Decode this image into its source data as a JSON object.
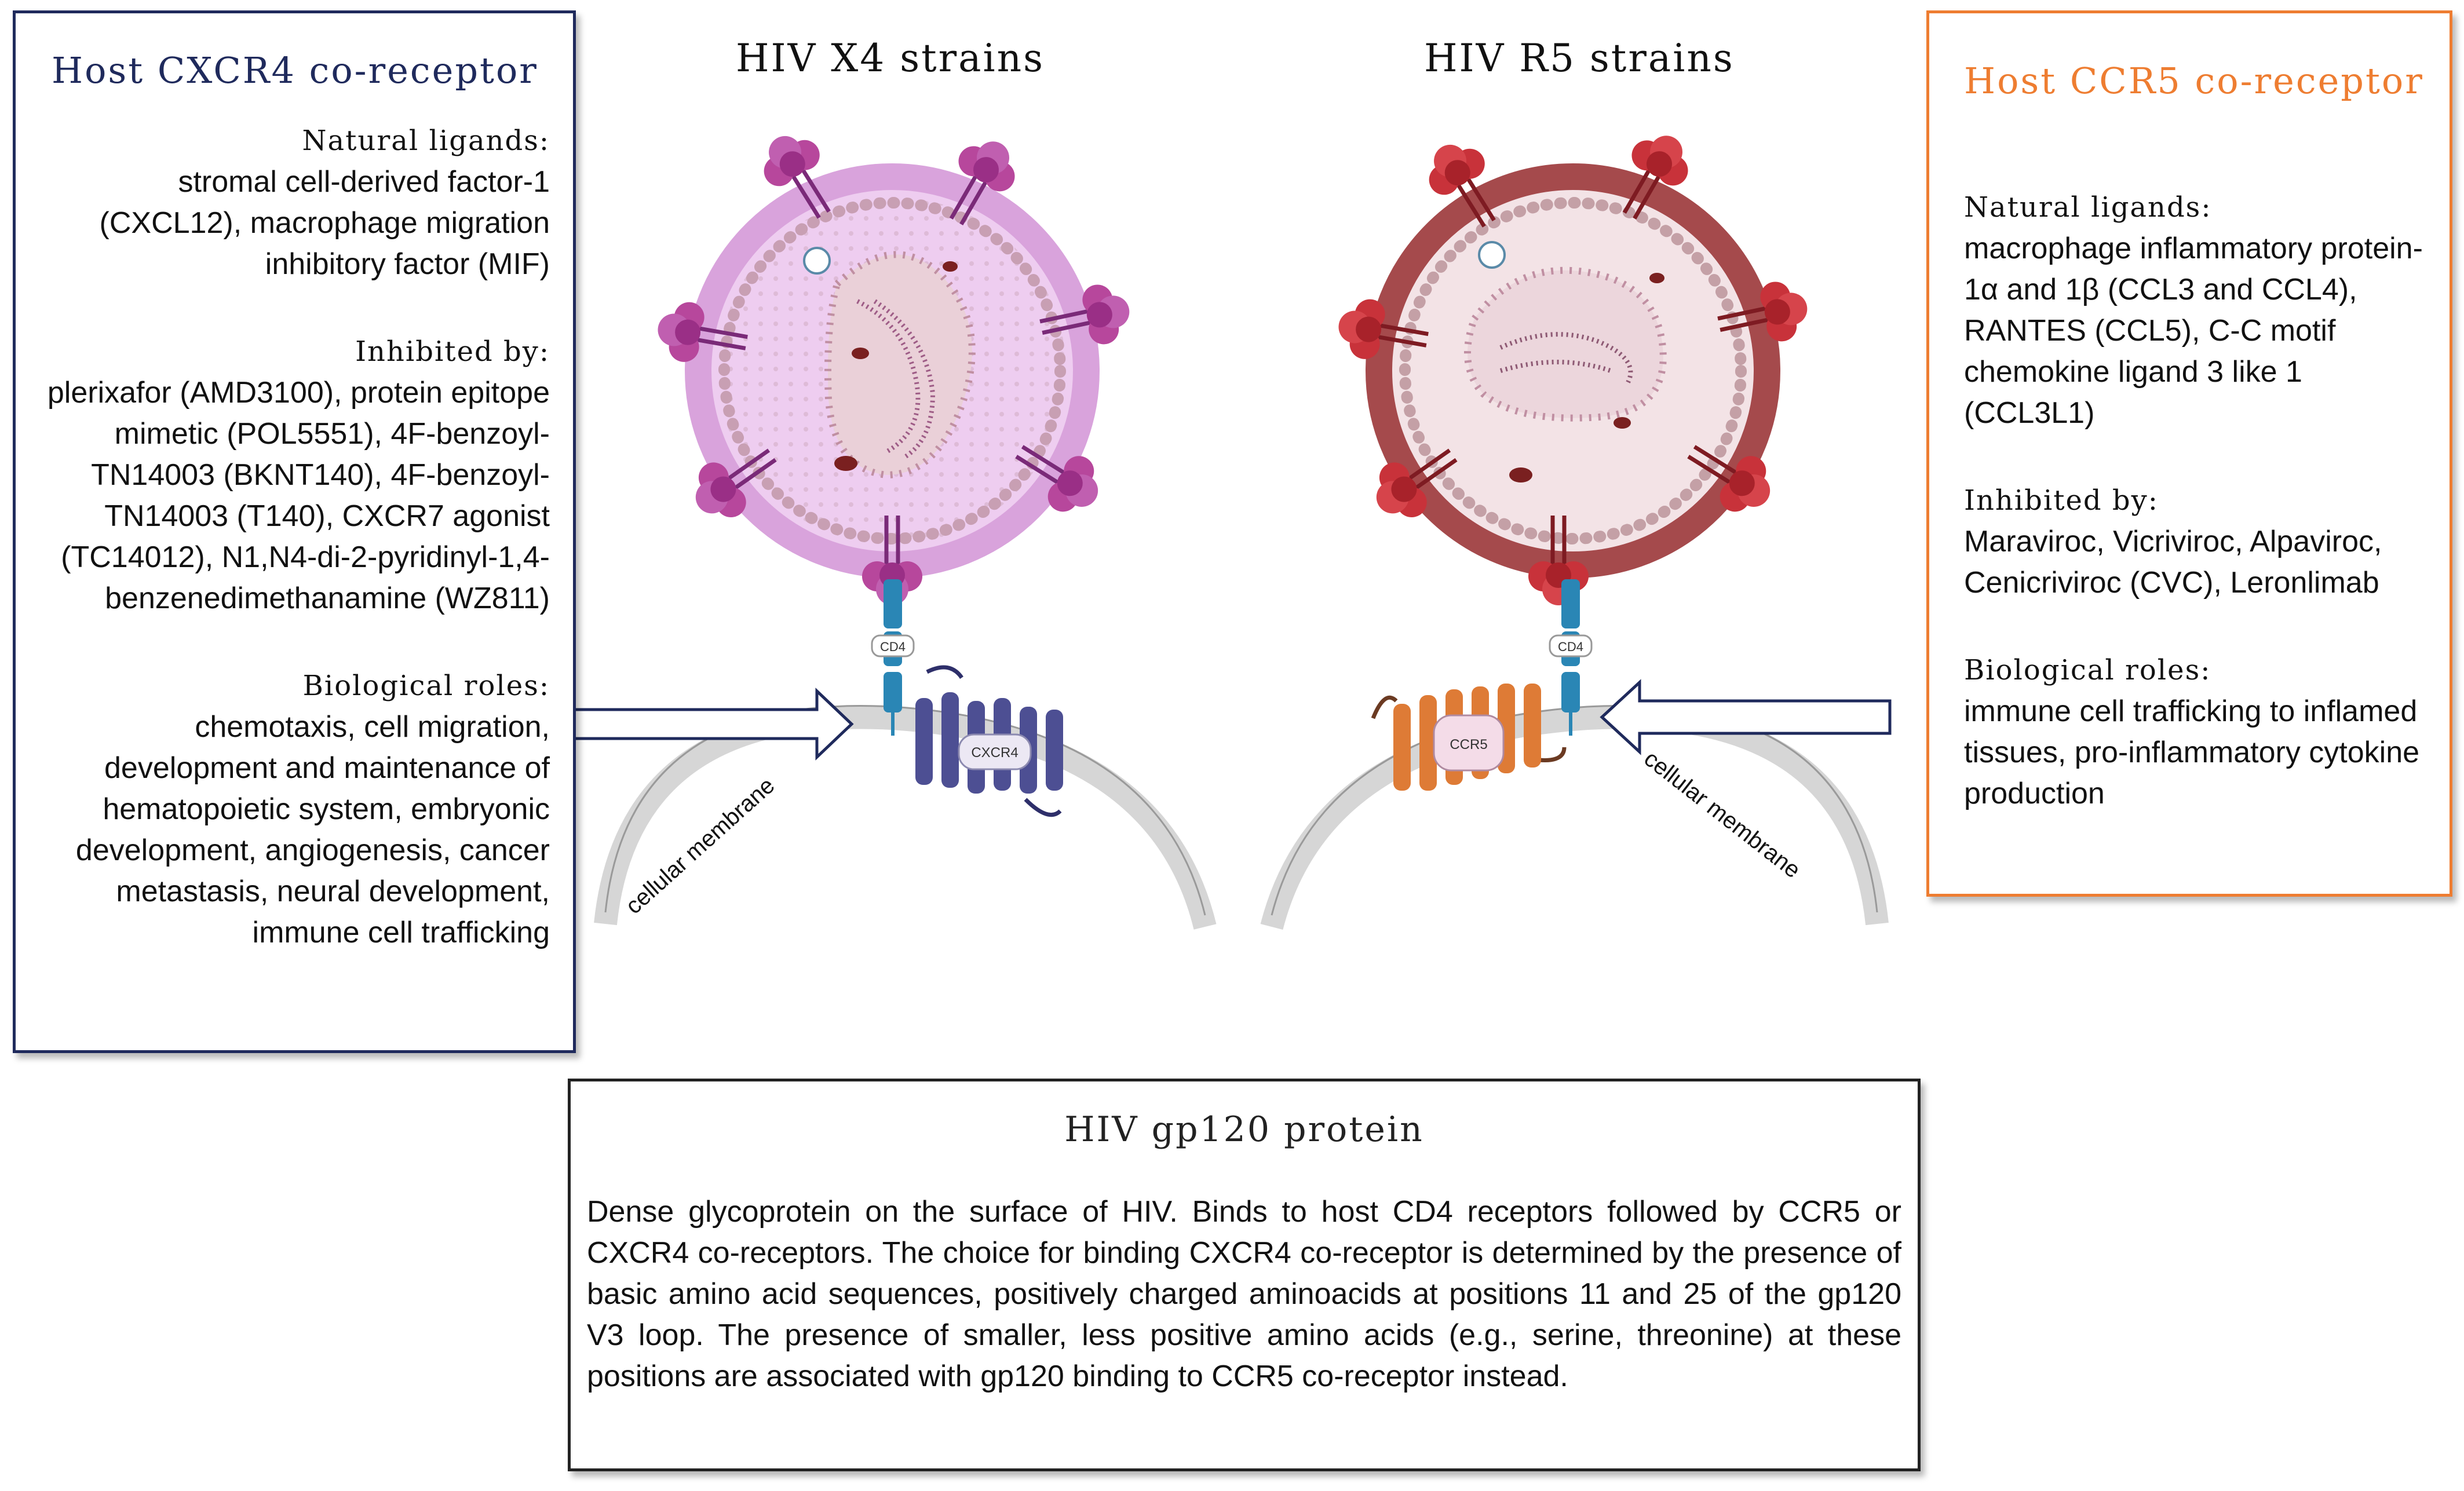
{
  "cxcr4_box": {
    "title": "Host CXCR4 co-receptor",
    "ligands_heading": "Natural ligands:",
    "ligands_text": "stromal cell-derived factor-1 (CXCL12), macrophage migration inhibitory factor (MIF)",
    "inhibited_heading": "Inhibited by:",
    "inhibited_text": "plerixafor (AMD3100), protein epitope mimetic (POL5551), 4F-benzoyl-TN14003 (BKNT140), 4F-benzoyl-TN14003 (T140), CXCR7 agonist (TC14012), N1,N4-di-2-pyridinyl-1,4-benzenedimethanamine (WZ811)",
    "roles_heading": "Biological roles:",
    "roles_text": "chemotaxis, cell migration, development and maintenance of hematopoietic system, embryonic development, angiogenesis, cancer metastasis, neural development, immune cell trafficking"
  },
  "ccr5_box": {
    "title": "Host CCR5 co-receptor",
    "ligands_heading": "Natural ligands:",
    "ligands_text": "macrophage inflammatory protein-1α and 1β (CCL3 and CCL4), RANTES (CCL5), C-C motif chemokine ligand 3 like 1 (CCL3L1)",
    "inhibited_heading": "Inhibited by:",
    "inhibited_text": "Maraviroc, Vicriviroc, Alpaviroc, Cenicriviroc (CVC), Leronlimab",
    "roles_heading": "Biological roles:",
    "roles_text": "immune cell trafficking to inflamed tissues, pro-inflammatory cytokine production"
  },
  "strains": {
    "x4_title": "HIV X4 strains",
    "r5_title": "HIV R5 strains"
  },
  "diagram_labels": {
    "cd4": "CD4",
    "cxcr4": "CXCR4",
    "ccr5": "CCR5",
    "membrane": "cellular membrane"
  },
  "gp120_box": {
    "title": "HIV gp120 protein",
    "description": "Dense glycoprotein on the surface of HIV. Binds to host CD4 receptors followed by CCR5 or CXCR4 co-receptors. The choice for binding CXCR4 co-receptor is determined by the presence of basic amino acid sequences, positively charged aminoacids at positions 11 and 25 of the gp120 V3 loop. The presence of smaller, less positive amino acids (e.g., serine, threonine) at these positions are associated with gp120 binding to CCR5 co-receptor instead."
  },
  "colors": {
    "cxcr4_border": "#1f2a5c",
    "ccr5_border": "#ee7d31",
    "x4_envelope": "#d9a3dc",
    "x4_spike": "#b7479c",
    "r5_envelope": "#a54a4c",
    "r5_spike": "#c8323a",
    "cd4": "#2a86b5",
    "cxcr4_protein": "#4d4f93",
    "ccr5_protein": "#de7b36"
  }
}
